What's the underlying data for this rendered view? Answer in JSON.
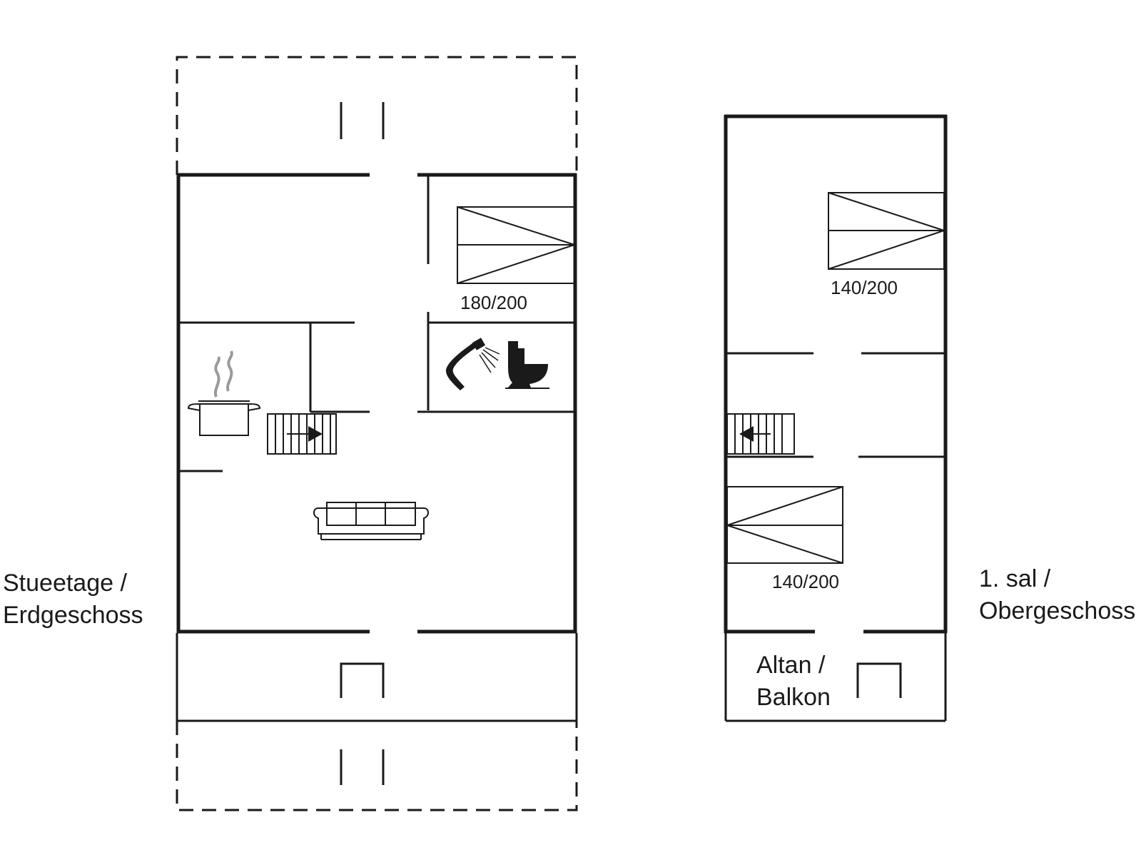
{
  "floors": [
    {
      "id": "ground",
      "label_line1": "Stueetage /",
      "label_line2": "Erdgeschoss",
      "beds": [
        {
          "size": "180/200"
        }
      ]
    },
    {
      "id": "first",
      "label_line1": "1. sal /",
      "label_line2": "Obergeschoss",
      "beds": [
        {
          "size": "140/200"
        },
        {
          "size": "140/200"
        }
      ],
      "balcony_line1": "Altan /",
      "balcony_line2": "Balkon"
    }
  ],
  "icons": [
    "cooking-pot-icon",
    "shower-icon",
    "toilet-icon",
    "sofa-icon",
    "staircase-icon",
    "bed-icon"
  ],
  "colors": {
    "line": "#1a1a1a",
    "background": "#ffffff"
  }
}
